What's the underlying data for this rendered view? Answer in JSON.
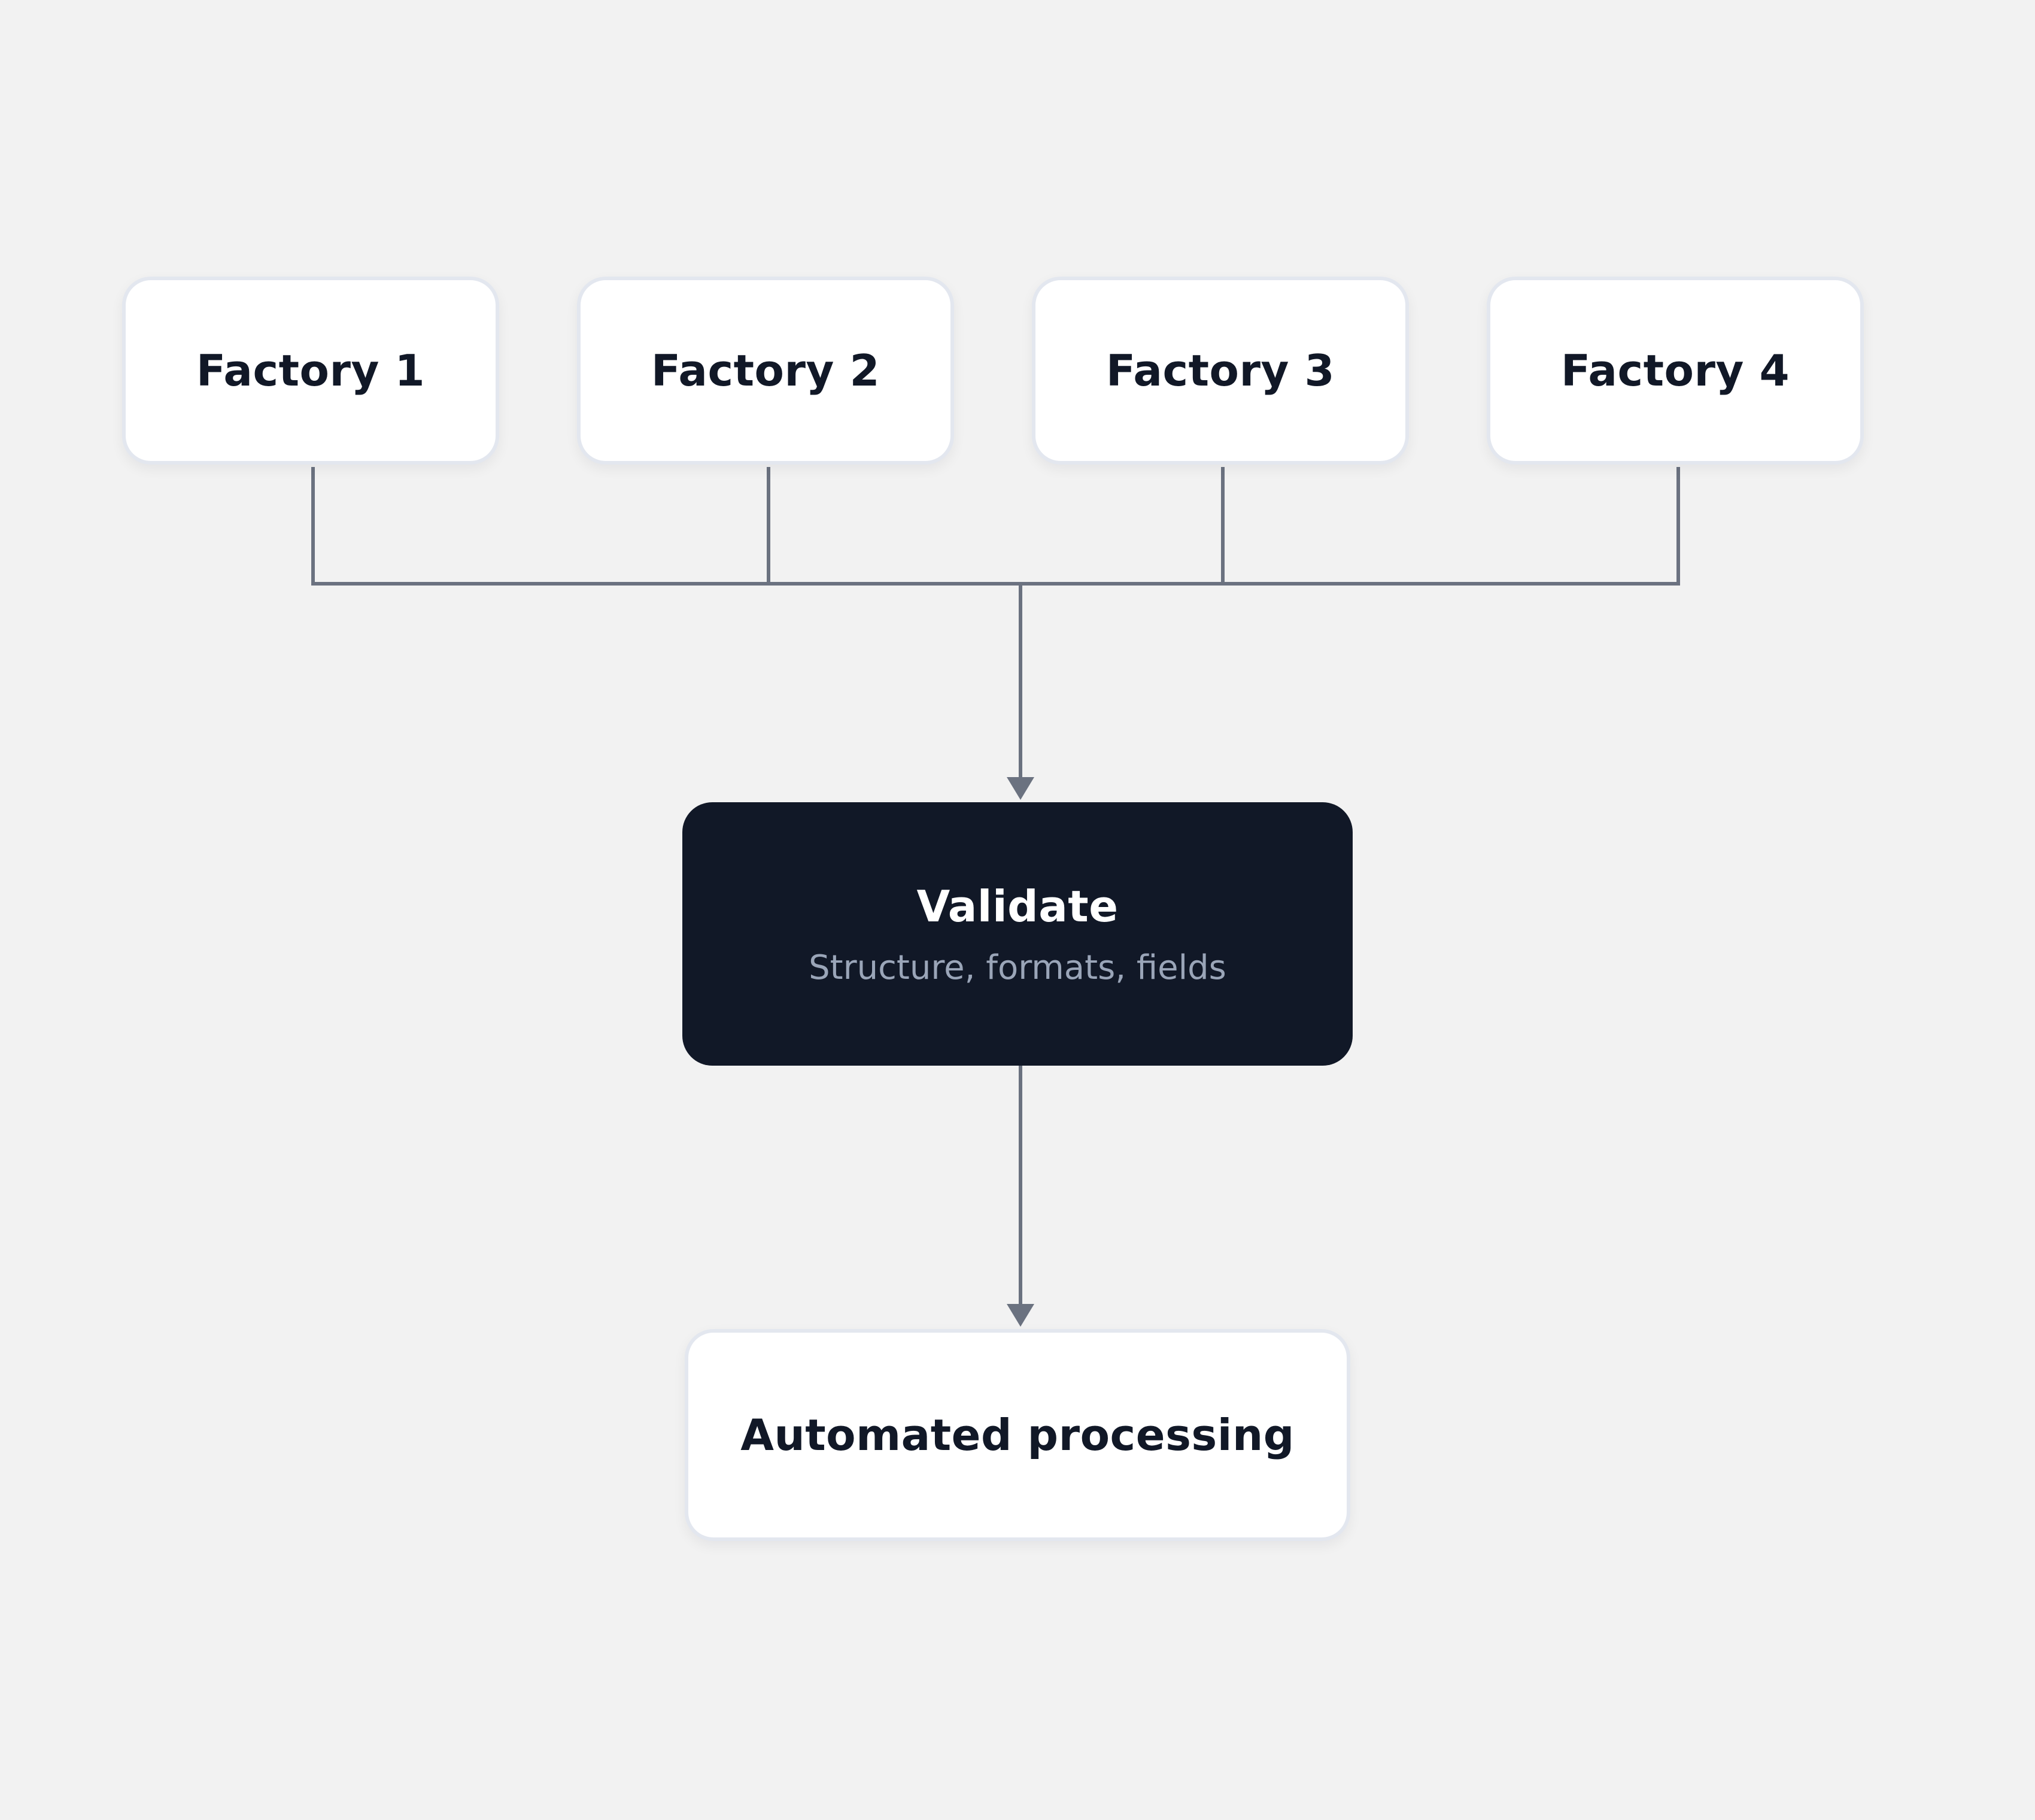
{
  "diagram": {
    "sources": [
      {
        "label": "Factory 1"
      },
      {
        "label": "Factory 2"
      },
      {
        "label": "Factory 3"
      },
      {
        "label": "Factory 4"
      }
    ],
    "validate": {
      "title": "Validate",
      "subtitle": "Structure, formats, fields"
    },
    "output": {
      "label": "Automated processing"
    }
  },
  "colors": {
    "background": "#f2f2f2",
    "card": "#ffffff",
    "card_border": "#e3e7ef",
    "dark_card": "#111827",
    "text_dark": "#111827",
    "subtitle": "#9aa5b8",
    "connector": "#6b7280"
  }
}
